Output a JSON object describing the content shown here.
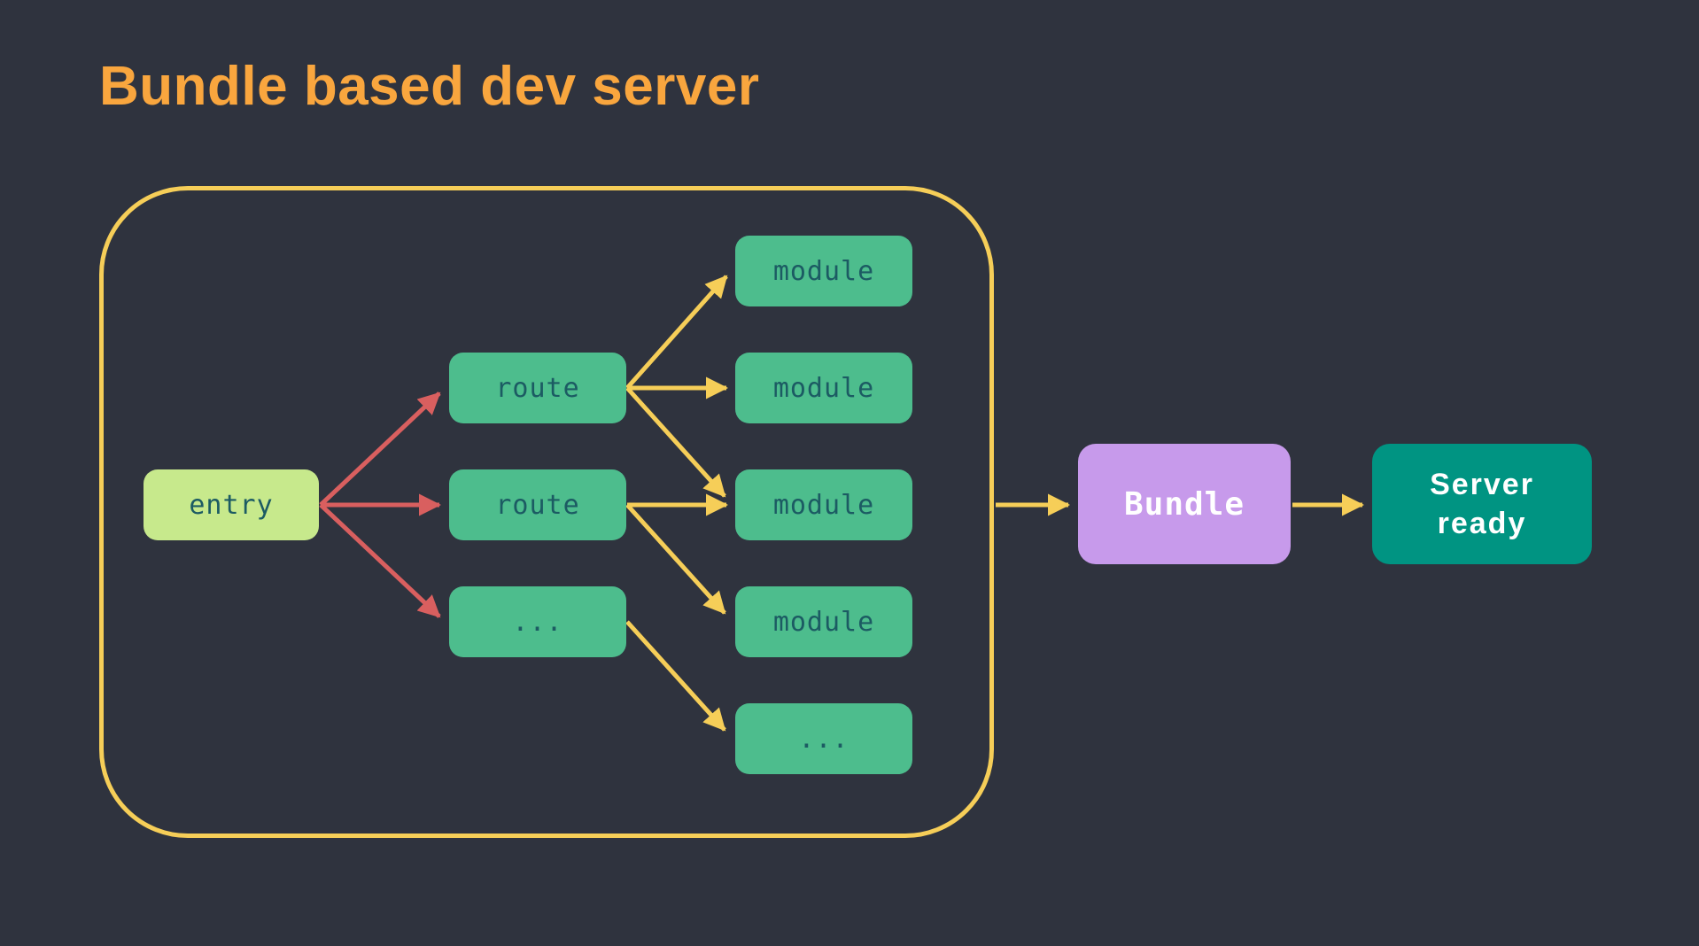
{
  "title": "Bundle based dev server",
  "colors": {
    "background": "#2f333e",
    "title_text": "#f9a63e",
    "boundary_stroke": "#f6ce58",
    "arrow_yellow": "#f6ce58",
    "arrow_red": "#d95f5f",
    "node_green": "#4dbd8d",
    "node_entry_bg": "#c7e98c",
    "node_bundle_bg": "#c79aeb",
    "node_server_bg": "#009482",
    "node_label_text": "#1c5b63",
    "node_light_text": "#ffffff"
  },
  "diagram": {
    "entry": {
      "label": "entry"
    },
    "routes": [
      {
        "label": "route"
      },
      {
        "label": "route"
      },
      {
        "label": "..."
      }
    ],
    "modules": [
      {
        "label": "module"
      },
      {
        "label": "module"
      },
      {
        "label": "module"
      },
      {
        "label": "module"
      },
      {
        "label": "..."
      }
    ],
    "bundle": {
      "label": "Bundle"
    },
    "server": {
      "line1": "Server",
      "line2": "ready"
    }
  }
}
